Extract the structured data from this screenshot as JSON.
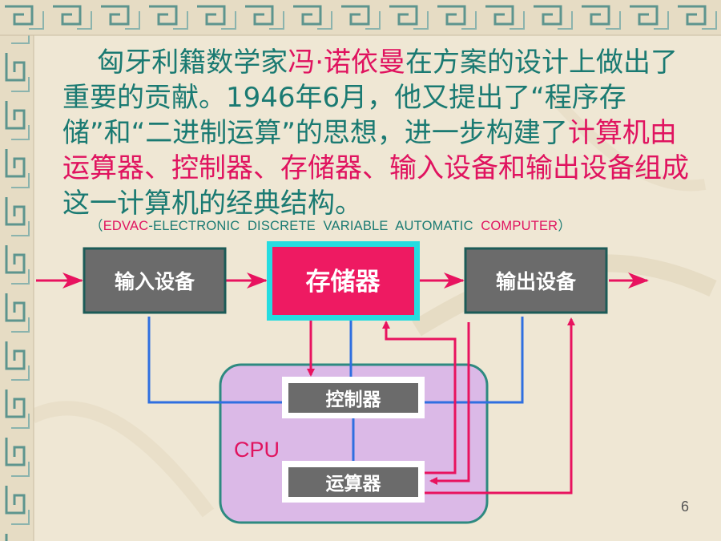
{
  "slide": {
    "paragraph": {
      "p1": "匈牙利籍数学家",
      "p2_hl": "冯·诺依曼",
      "p3": "在方案的设计上做出了重要的贡献。1946年6月，他又提出了“程序存储”和“二进制运算”的思想，进一步构建了",
      "p4_hl": "计算机由运算器、控制器、存储器、输入设备和输出设备组成",
      "p5": "这一计算机的经典结构。"
    },
    "edvac": {
      "open": "（",
      "part1_hl": "EDVAC",
      "part2": "-ELECTRONIC  DISCRETE  VARIABLE  AUTOMATIC  ",
      "part3_hl": "COMPUTER",
      "close": "）"
    },
    "page_number": "6"
  },
  "diagram": {
    "input_device": "输入设备",
    "memory": "存储器",
    "output_device": "输出设备",
    "controller": "控制器",
    "alu": "运算器",
    "cpu_label": "CPU"
  },
  "colors": {
    "teal_text": "#1a7a72",
    "highlight": "#e0135f",
    "box_gray": "#6b6b6b",
    "box_border": "#1c5b57",
    "memory_fill": "#ee1a62",
    "memory_border": "#26dce0",
    "arrow_pink": "#e8135f",
    "line_blue": "#2f6fe0",
    "cpu_fill": "#d8b0e8",
    "cpu_border": "#2e8a80",
    "frame_teal": "#4a8e86"
  }
}
